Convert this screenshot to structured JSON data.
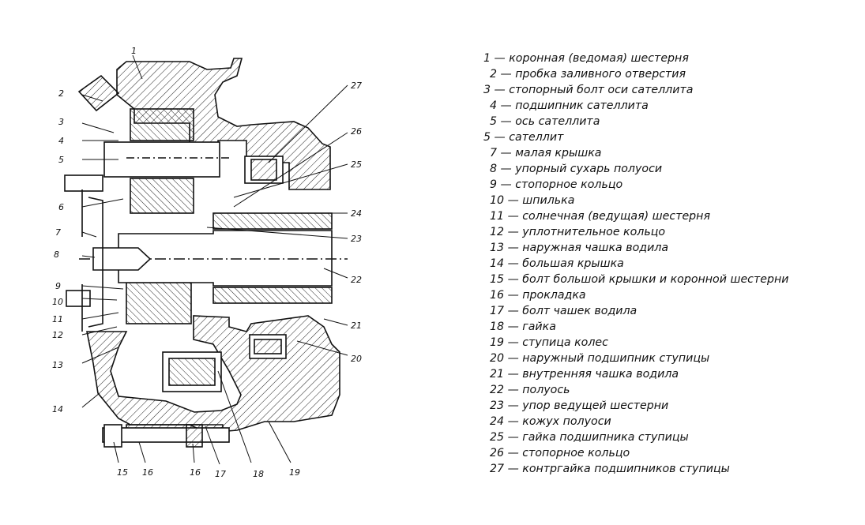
{
  "diagram": {
    "callout_numbers": [
      "1",
      "2",
      "3",
      "4",
      "5",
      "6",
      "7",
      "8",
      "9",
      "10",
      "11",
      "12",
      "13",
      "14",
      "15",
      "16",
      "16",
      "17",
      "18",
      "19",
      "20",
      "21",
      "22",
      "23",
      "24",
      "25",
      "26",
      "27"
    ]
  },
  "legend": [
    "1 — коронная (ведомая) шестерня",
    "2 — пробка заливного отверстия",
    "3 — стопорный болт оси сателлита",
    "4 — подшипник сателлита",
    "5 — ось сателлита",
    "5 — сателлит",
    "7 — малая крышка",
    "8 — упорный сухарь полуоси",
    "9 — стопорное кольцо",
    "10 — шпилька",
    "11 — солнечная (ведущая) шестерня",
    "12 — уплотнительное кольцо",
    "13 — наружная чашка водила",
    "14 — большая крышка",
    "15 — болт большой крышки и коронной шестерни",
    "16 — прокладка",
    "17 — болт чашек водила",
    "18 — гайка",
    "19 — ступица колес",
    "20 — наружный подшипник ступицы",
    "21 — внутренняя чашка водила",
    "22 — полуось",
    "23 — упор ведущей шестерни",
    "24 — кожух полуоси",
    "25 — гайка подшипника ступицы",
    "26 — стопорное кольцо",
    "27 — контргайка подшипников ступицы"
  ]
}
